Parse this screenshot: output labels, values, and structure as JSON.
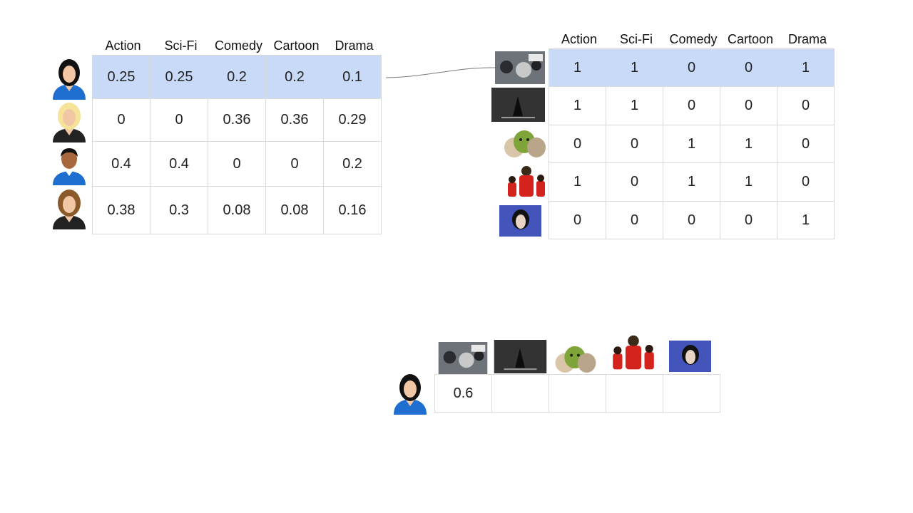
{
  "colors": {
    "highlight": "#c9daf8",
    "border": "#d9d9d9",
    "shirt_blue": "#1f6fd1",
    "skin": "#f2c7a5",
    "skin_dark": "#a8683d"
  },
  "genres": [
    "Action",
    "Sci-Fi",
    "Comedy",
    "Cartoon",
    "Drama"
  ],
  "user_genre_matrix": {
    "highlighted_row": 0,
    "rows": [
      {
        "avatar": "woman-black-hair-avatar",
        "values": [
          "0.25",
          "0.25",
          "0.2",
          "0.2",
          "0.1"
        ]
      },
      {
        "avatar": "woman-blonde-hair-avatar",
        "values": [
          "0",
          "0",
          "0.36",
          "0.36",
          "0.29"
        ]
      },
      {
        "avatar": "man-avatar",
        "values": [
          "0.4",
          "0.4",
          "0",
          "0",
          "0.2"
        ]
      },
      {
        "avatar": "woman-brown-hair-avatar",
        "values": [
          "0.38",
          "0.3",
          "0.08",
          "0.08",
          "0.16"
        ]
      }
    ]
  },
  "movie_genre_matrix": {
    "highlighted_row": 0,
    "rows": [
      {
        "poster": "star-wars-poster",
        "values": [
          "1",
          "1",
          "0",
          "0",
          "1"
        ]
      },
      {
        "poster": "dark-knight-rises-poster",
        "values": [
          "1",
          "1",
          "0",
          "0",
          "0"
        ]
      },
      {
        "poster": "shrek-poster",
        "values": [
          "0",
          "0",
          "1",
          "1",
          "0"
        ]
      },
      {
        "poster": "incredibles-poster",
        "values": [
          "1",
          "0",
          "1",
          "1",
          "0"
        ]
      },
      {
        "poster": "memento-poster",
        "values": [
          "0",
          "0",
          "0",
          "0",
          "1"
        ]
      }
    ]
  },
  "result_row": {
    "avatar": "woman-black-hair-avatar",
    "posters": [
      "star-wars-poster",
      "dark-knight-rises-poster",
      "shrek-poster",
      "incredibles-poster",
      "memento-poster"
    ],
    "values": [
      "0.6",
      "",
      "",
      "",
      ""
    ]
  }
}
